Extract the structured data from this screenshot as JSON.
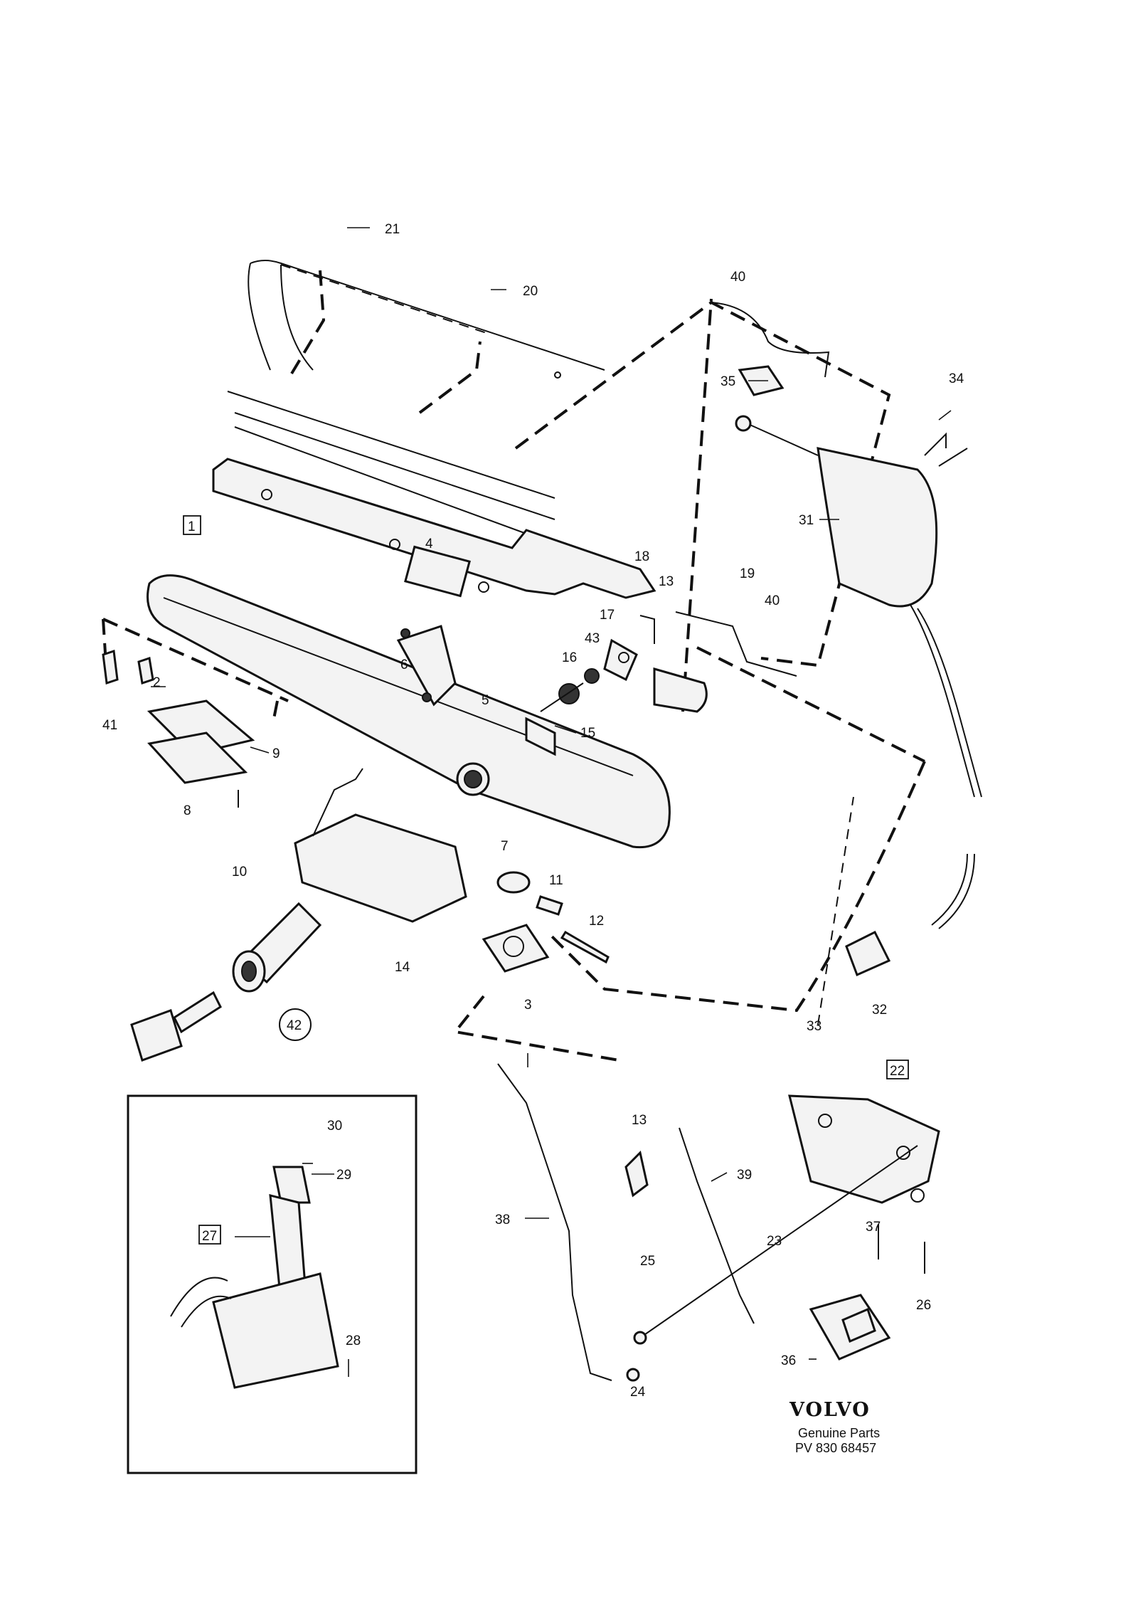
{
  "callouts": [
    {
      "id": "c1",
      "text": "1",
      "boxed": true
    },
    {
      "id": "c2",
      "text": "2"
    },
    {
      "id": "c3",
      "text": "3"
    },
    {
      "id": "c4",
      "text": "4"
    },
    {
      "id": "c5",
      "text": "5"
    },
    {
      "id": "c6",
      "text": "6"
    },
    {
      "id": "c7",
      "text": "7"
    },
    {
      "id": "c8",
      "text": "8"
    },
    {
      "id": "c9",
      "text": "9"
    },
    {
      "id": "c10",
      "text": "10"
    },
    {
      "id": "c11",
      "text": "11"
    },
    {
      "id": "c12",
      "text": "12"
    },
    {
      "id": "c13a",
      "text": "13"
    },
    {
      "id": "c13b",
      "text": "13"
    },
    {
      "id": "c14",
      "text": "14"
    },
    {
      "id": "c15",
      "text": "15"
    },
    {
      "id": "c16",
      "text": "16"
    },
    {
      "id": "c17",
      "text": "17"
    },
    {
      "id": "c18",
      "text": "18"
    },
    {
      "id": "c19",
      "text": "19"
    },
    {
      "id": "c20",
      "text": "20"
    },
    {
      "id": "c21",
      "text": "21"
    },
    {
      "id": "c22",
      "text": "22",
      "boxed": true
    },
    {
      "id": "c23",
      "text": "23"
    },
    {
      "id": "c24",
      "text": "24"
    },
    {
      "id": "c25",
      "text": "25"
    },
    {
      "id": "c26",
      "text": "26"
    },
    {
      "id": "c27",
      "text": "27",
      "boxed": true
    },
    {
      "id": "c28",
      "text": "28"
    },
    {
      "id": "c29",
      "text": "29"
    },
    {
      "id": "c30",
      "text": "30"
    },
    {
      "id": "c31",
      "text": "31"
    },
    {
      "id": "c32",
      "text": "32"
    },
    {
      "id": "c33",
      "text": "33"
    },
    {
      "id": "c34",
      "text": "34"
    },
    {
      "id": "c35",
      "text": "35"
    },
    {
      "id": "c36",
      "text": "36"
    },
    {
      "id": "c37",
      "text": "37"
    },
    {
      "id": "c38",
      "text": "38"
    },
    {
      "id": "c39",
      "text": "39"
    },
    {
      "id": "c40a",
      "text": "40"
    },
    {
      "id": "c40b",
      "text": "40"
    },
    {
      "id": "c41",
      "text": "41"
    },
    {
      "id": "c42",
      "text": "42",
      "circled": true
    },
    {
      "id": "c43",
      "text": "43"
    }
  ],
  "brand": {
    "name": "VOLVO",
    "line1": "Genuine Parts",
    "line2": "PV 830 68457"
  }
}
